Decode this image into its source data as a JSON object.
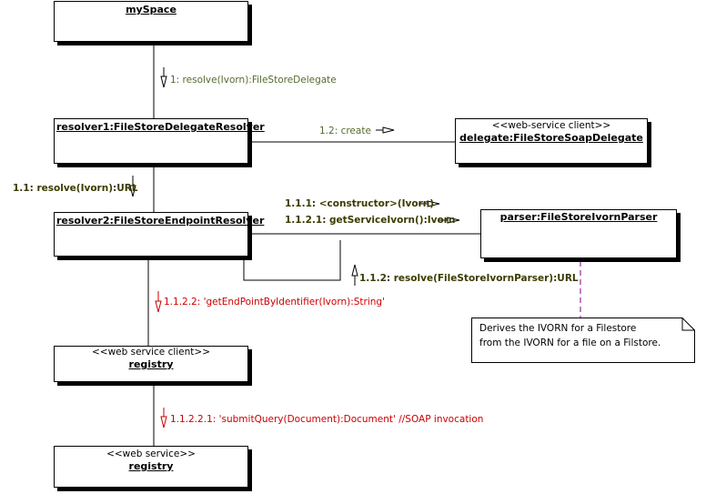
{
  "objects": {
    "myspace": {
      "name": "mySpace"
    },
    "resolver1": {
      "name": "resolver1:FileStoreDelegateResolver"
    },
    "delegate": {
      "stereotype": "<<web-service client>>",
      "name": "delegate:FileStoreSoapDelegate"
    },
    "resolver2": {
      "name": "resolver2:FileStoreEndpointResolver"
    },
    "parser": {
      "name": "parser:FileStoreIvornParser"
    },
    "registry_client": {
      "stereotype": "<<web service client>>",
      "name": "registry"
    },
    "registry_service": {
      "stereotype": "<<web service>>",
      "name": "registry"
    }
  },
  "messages": {
    "m1": "1: resolve(Ivorn):FileStoreDelegate",
    "m1_2": "1.2: create",
    "m1_1": "1.1: resolve(Ivorn):URL",
    "m1_1_1": "1.1.1: <constructor>(Ivorn)",
    "m1_1_2_1": "1.1.2.1: getServiceIvorn():Ivorn",
    "m1_1_2": "1.1.2: resolve(FileStoreIvornParser):URL",
    "m1_1_2_2": "1.1.2.2: 'getEndPointByIdentifier(Ivorn):String'",
    "m1_1_2_2_1": "1.1.2.2.1: 'submitQuery(Document):Document' //SOAP invocation"
  },
  "note": {
    "line1": "Derives the IVORN for a Filestore",
    "line2": "from the IVORN for a file on a Filstore."
  },
  "colors": {
    "grey_message": "#556b2f",
    "dark_message": "#3b3b00",
    "red_message": "#cc0000",
    "note_link": "#800080"
  }
}
